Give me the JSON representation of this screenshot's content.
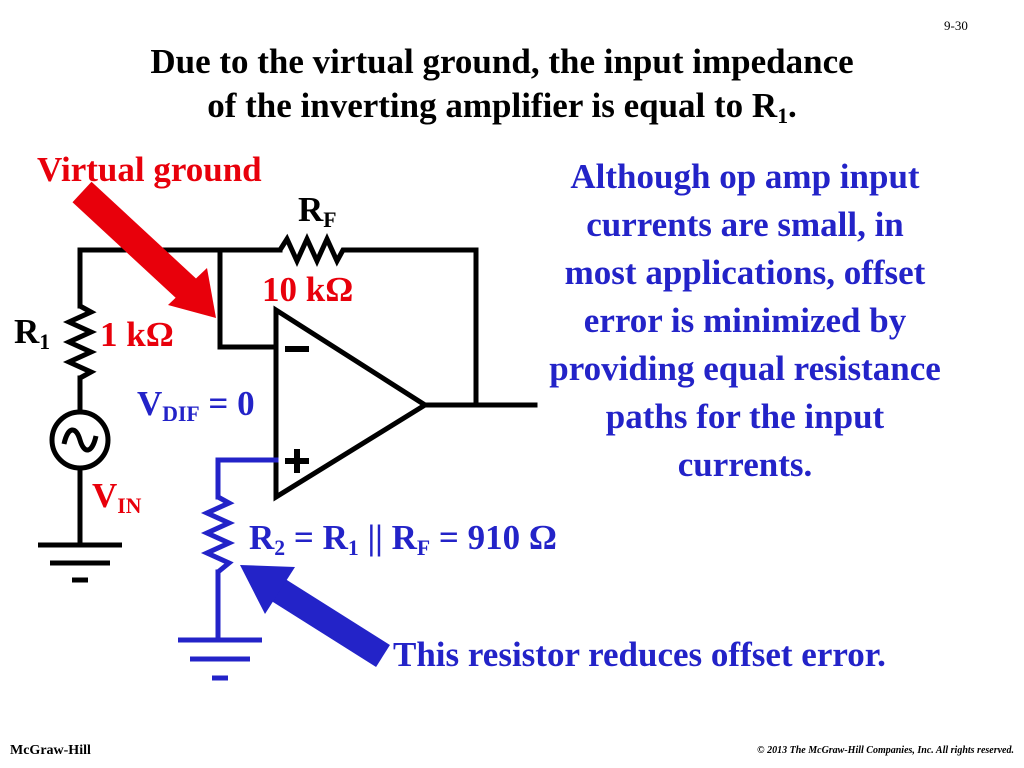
{
  "slide_number": "9-30",
  "title": {
    "line1": "Due to the virtual ground, the input impedance",
    "line2_prefix": "of the inverting amplifier is equal to R",
    "line2_sub": "1",
    "line2_suffix": "."
  },
  "labels": {
    "virtual_ground": "Virtual ground",
    "rf_main": "R",
    "rf_sub": "F",
    "rf_value": "10 kΩ",
    "r1_main": "R",
    "r1_sub": "1",
    "r1_value": "1 kΩ",
    "vdif_main": "V",
    "vdif_sub": "DIF",
    "vdif_suffix": " = 0",
    "vin_main": "V",
    "vin_sub": "IN",
    "r2_a": "R",
    "r2_a_sub": "2",
    "r2_b": " = R",
    "r2_b_sub": "1",
    "r2_c": " || R",
    "r2_c_sub": "F",
    "r2_d": " = 910 Ω"
  },
  "note_lines": [
    "Although op amp input",
    "currents are small, in",
    "most applications, offset",
    "error is minimized by",
    "providing equal resistance",
    "paths for the input",
    "currents."
  ],
  "callout": "This resistor reduces offset error.",
  "footer": {
    "left": "McGraw-Hill",
    "right": "© 2013 The McGraw-Hill Companies, Inc. All rights reserved."
  },
  "colors": {
    "red": "#e8000b",
    "blue": "#2323c8",
    "black": "#000000"
  }
}
